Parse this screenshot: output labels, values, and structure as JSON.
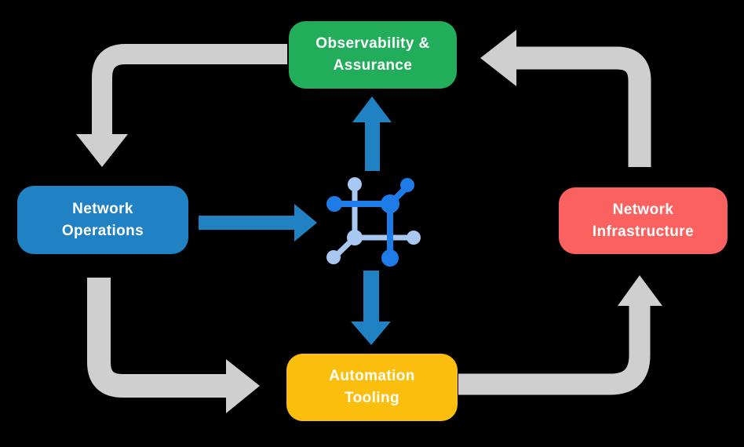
{
  "diagram": {
    "background_color": "#000000",
    "nodes": [
      {
        "id": "observability-assurance",
        "line1": "Observability &",
        "line2": "Assurance",
        "color": "#22AD5A",
        "text_color": "#FFFFFF"
      },
      {
        "id": "network-operations",
        "line1": "Network",
        "line2": "Operations",
        "color": "#2182C3",
        "text_color": "#FFFFFF"
      },
      {
        "id": "network-infrastructure",
        "line1": "Network",
        "line2": "Infrastructure",
        "color": "#FB615E",
        "text_color": "#FFFFFF"
      },
      {
        "id": "automation-tooling",
        "line1": "Automation",
        "line2": "Tooling",
        "color": "#FCBE0D",
        "text_color": "#FFFFFF"
      }
    ],
    "center_icon": {
      "name": "network-automation-icon",
      "primary_color": "#1E7CE8",
      "secondary_color": "#A9C8F1"
    },
    "arrows": {
      "gray_color": "#CFCFCF",
      "blue_color": "#2182C3",
      "connections": [
        {
          "from": "observability-assurance",
          "to": "network-operations",
          "style": "gray"
        },
        {
          "from": "network-operations",
          "to": "automation-tooling",
          "style": "gray"
        },
        {
          "from": "automation-tooling",
          "to": "network-infrastructure",
          "style": "gray"
        },
        {
          "from": "network-infrastructure",
          "to": "observability-assurance",
          "style": "gray"
        },
        {
          "from": "network-operations",
          "to": "center-icon",
          "style": "blue"
        },
        {
          "from": "center-icon",
          "to": "observability-assurance",
          "style": "blue"
        },
        {
          "from": "center-icon",
          "to": "automation-tooling",
          "style": "blue"
        }
      ]
    }
  }
}
